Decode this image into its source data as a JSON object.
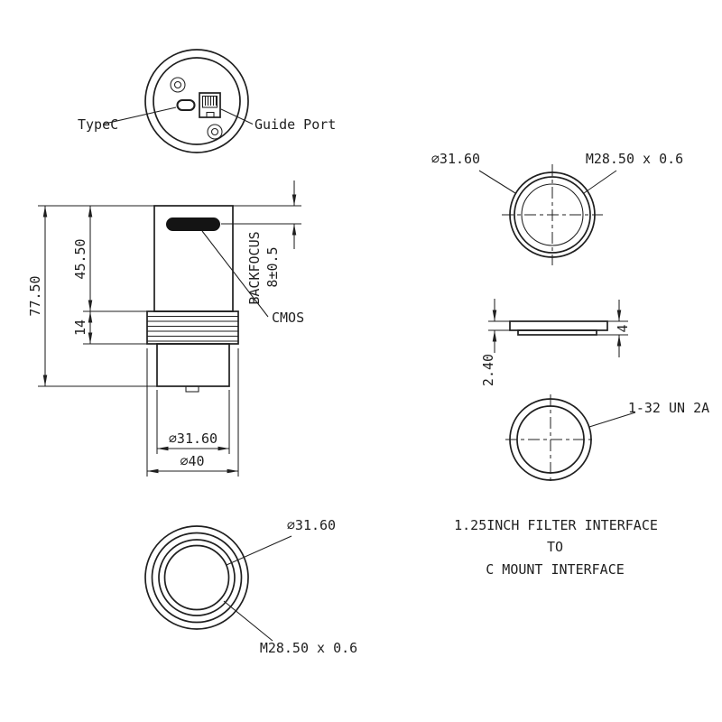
{
  "back_view": {
    "typec": "TypeC",
    "guide_port": "Guide Port"
  },
  "side_view": {
    "height": "77.50",
    "upper_height": "45.50",
    "rib_height": "14",
    "backfocus_label": "BACKFOCUS",
    "backfocus_value": "8±0.5",
    "cmos": "CMOS",
    "inner_diameter": "⌀31.60",
    "outer_diameter": "⌀40"
  },
  "front_view": {
    "diameter": "⌀31.60",
    "thread": "M28.50 x 0.6"
  },
  "adapter_side": {
    "flange_thickness": "2.40",
    "total_thickness": "4"
  },
  "adapter_front": {
    "thread": "1-32 UN 2A"
  },
  "caption": {
    "line1": "1.25INCH FILTER INTERFACE",
    "line2": "TO",
    "line3": "C MOUNT INTERFACE"
  },
  "bottom_view": {
    "diameter": "⌀31.60",
    "thread": "M28.50 x 0.6"
  },
  "ink_color": "#1f1f1f"
}
